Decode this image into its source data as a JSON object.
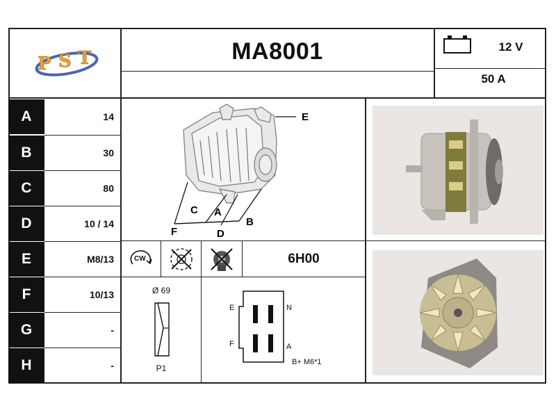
{
  "header": {
    "part_number": "MA8001",
    "voltage": "12 V",
    "current": "50 A",
    "battery_icon": "battery-icon",
    "logo_icon": "pst-logo"
  },
  "spec_rows": [
    {
      "letter": "A",
      "value": "14"
    },
    {
      "letter": "B",
      "value": "30"
    },
    {
      "letter": "C",
      "value": "80"
    },
    {
      "letter": "D",
      "value": "10 / 14"
    },
    {
      "letter": "E",
      "value": "M8/13"
    },
    {
      "letter": "F",
      "value": "10/13"
    },
    {
      "letter": "G",
      "value": "-"
    },
    {
      "letter": "H",
      "value": "-"
    }
  ],
  "diagram_labels": {
    "e": "E",
    "c": "C",
    "a": "A",
    "b": "B",
    "f": "F",
    "d": "D"
  },
  "icons_row": {
    "rotation_label": "CW",
    "rotation_icon": "clockwise-rotation-icon",
    "fan_crossed_icon": "no-fan-icon",
    "regulator_crossed_icon": "no-regulator-icon",
    "code": "6H00"
  },
  "pulley": {
    "diameter": "Ø 69",
    "type": "P1"
  },
  "connector": {
    "e": "E",
    "n": "N",
    "f": "F",
    "a": "A",
    "terminal": "B+ M6*1"
  },
  "photos": {
    "side_view_icon": "alternator-side-photo",
    "front_view_icon": "alternator-front-photo"
  }
}
